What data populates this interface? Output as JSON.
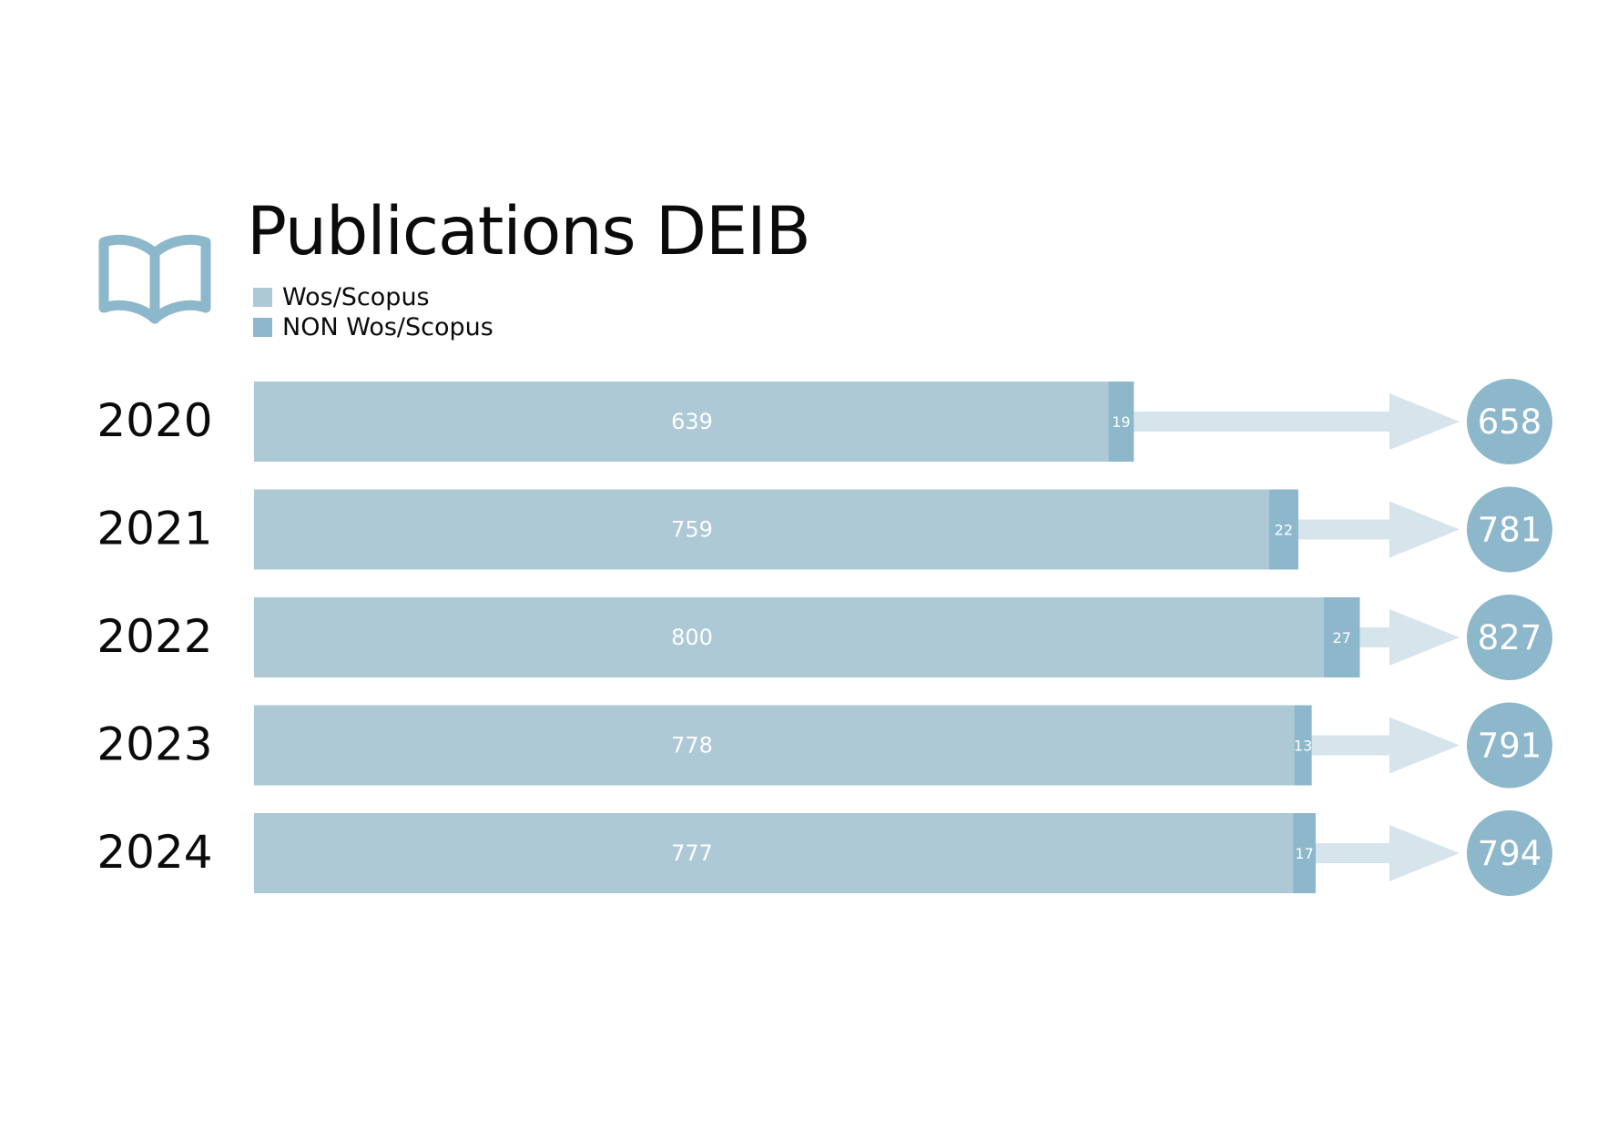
{
  "colors": {
    "wos": "#adc9d6",
    "non_wos": "#8db7ca",
    "arrow": "#d6e4eb",
    "total_circle": "#8db7ca",
    "text_dark": "#0b0b0b",
    "text_light": "#ffffff"
  },
  "icon": "open-book-icon",
  "chart_data": {
    "type": "bar",
    "orientation": "horizontal",
    "stacked": true,
    "title": "Publications DEIB",
    "categories": [
      "2020",
      "2021",
      "2022",
      "2023",
      "2024"
    ],
    "series": [
      {
        "name": "Wos/Scopus",
        "values": [
          639,
          759,
          800,
          778,
          777
        ]
      },
      {
        "name": "NON Wos/Scopus",
        "values": [
          19,
          22,
          27,
          13,
          17
        ]
      }
    ],
    "totals": [
      658,
      781,
      827,
      791,
      794
    ],
    "legend": {
      "position": "top-left",
      "entries": [
        "Wos/Scopus",
        "NON Wos/Scopus"
      ]
    },
    "grid": false,
    "axes_visible": false
  }
}
